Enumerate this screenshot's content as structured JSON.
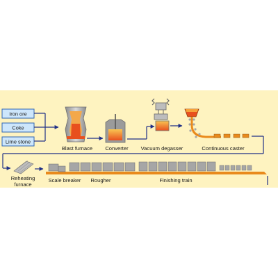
{
  "diagram": {
    "inputs": [
      "Iron ore",
      "Coke",
      "Lime stone"
    ],
    "stages": {
      "blast_furnace": "Blast furnace",
      "converter": "Converter",
      "vacuum_degasser": "Vacuum degasser",
      "continuous_caster": "Continuous caster",
      "reheating_furnace_line1": "Reheating",
      "reheating_furnace_line2": "furnace",
      "scale_breaker": "Scale breaker",
      "rougher": "Rougher",
      "finishing_train": "Finishing train"
    },
    "colors": {
      "band": "#fef3c0",
      "box_fill": "#cde6fb",
      "box_stroke": "#2f66b3",
      "flow_line": "#1f2f86",
      "molten": "#e8501e",
      "molten_light": "#f6a13a",
      "steel_gray": "#a6a6a6",
      "slab_orange": "#e98a1c"
    }
  }
}
